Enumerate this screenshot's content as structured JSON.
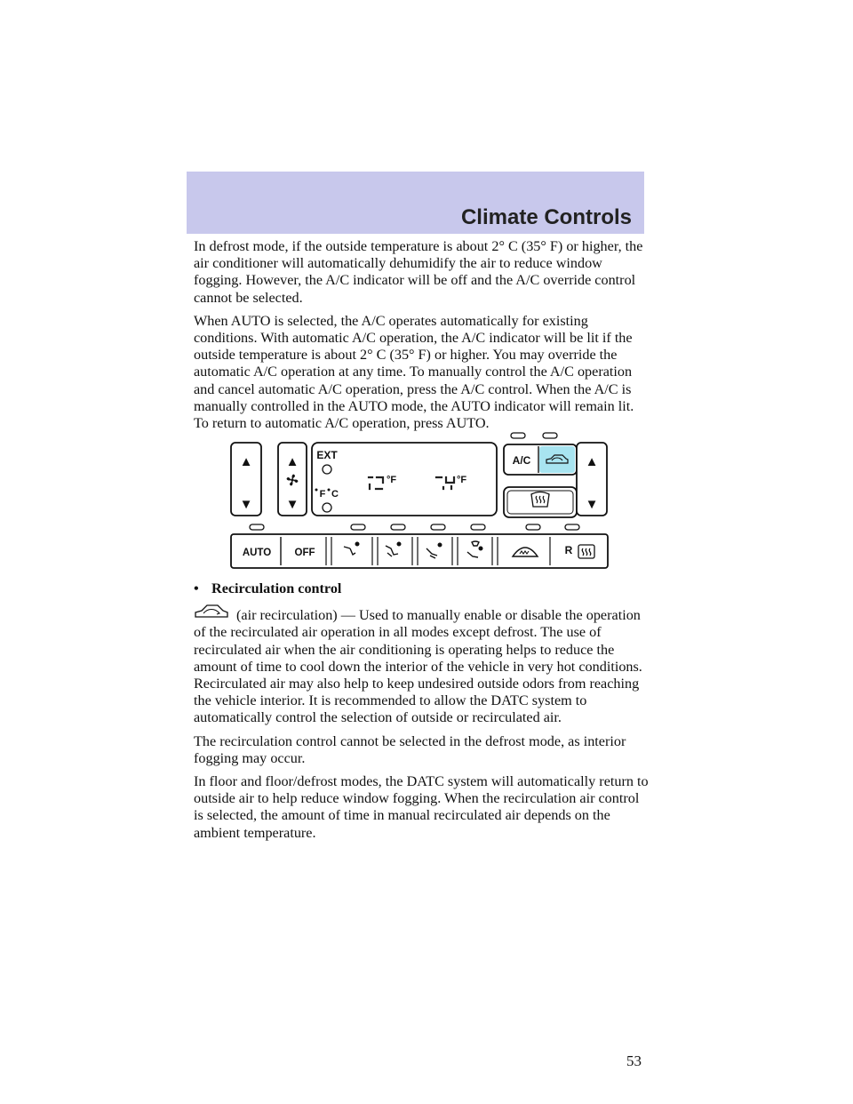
{
  "header": {
    "title": "Climate Controls"
  },
  "block1": {
    "p1": "In defrost mode, if the outside temperature is about 2° C (35° F) or higher, the air conditioner will automatically dehumidify the air to reduce window fogging. However, the A/C indicator will be off and the A/C override control cannot be selected.",
    "p2": "When AUTO is selected, the A/C operates automatically for existing conditions. With automatic A/C operation, the A/C indicator will be lit if the outside temperature is about 2° C (35° F) or higher. You may override the automatic A/C operation at any time. To manually control the A/C operation and cancel automatic A/C operation, press the A/C control. When the A/C is manually controlled in the AUTO mode, the AUTO indicator will remain lit. To return to automatic A/C operation, press AUTO."
  },
  "panel": {
    "ext_label": "EXT",
    "unit_f": "F",
    "unit_c": "C",
    "unit_temp": "°F",
    "ac_label": "A/C",
    "auto_label": "AUTO",
    "off_label": "OFF",
    "rear_label": "R",
    "up_arrow": "▲",
    "down_arrow": "▼",
    "colors": {
      "recirc_active": "#a8e4f0",
      "panel_stroke": "#111111"
    },
    "icons": [
      "fan-icon",
      "recirculation-icon",
      "defrost-icon",
      "panel-vent-icon",
      "floor-vent-icon",
      "floor-defrost-icon",
      "windshield-defrost-icon",
      "rear-defrost-icon"
    ]
  },
  "block2": {
    "bullet": "•",
    "heading": "Recirculation control",
    "p1": "(air recirculation) — Used to manually enable or disable the operation of the recirculated air operation in all modes except defrost. The use of recirculated air when the air conditioning is operating helps to reduce the amount of time to cool down the interior of the vehicle in very hot conditions. Recirculated air may also help to keep undesired outside odors from reaching the vehicle interior. It is recommended to allow the DATC system to automatically control the selection of outside or recirculated air.",
    "p2": "The recirculation control cannot be selected in the defrost mode, as interior fogging may occur.",
    "p3": "In floor and floor/defrost modes, the DATC system will automatically return to outside air to help reduce window fogging. When the recirculation air control is selected, the amount of time in manual recirculated air depends on the ambient temperature."
  },
  "page_number": "53"
}
